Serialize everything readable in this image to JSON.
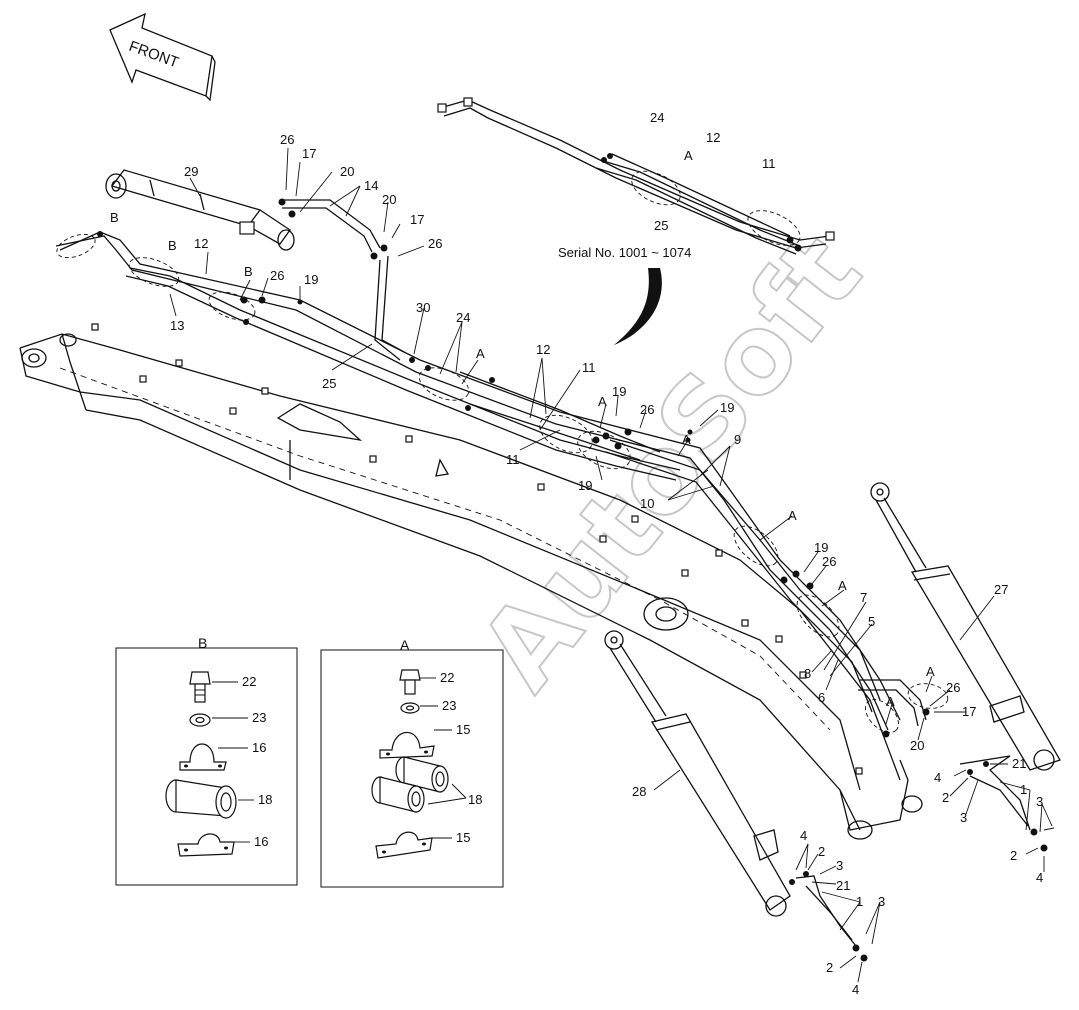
{
  "front_label": "FRONT",
  "serial_note": "Serial No. 1001 ~ 1074",
  "watermark": "AutoSoft",
  "detail_b": {
    "title": "B",
    "callouts": [
      "22",
      "23",
      "16",
      "18",
      "16"
    ]
  },
  "detail_a": {
    "title": "A",
    "callouts": [
      "22",
      "23",
      "15",
      "18",
      "15"
    ]
  },
  "callouts": [
    "26",
    "17",
    "20",
    "14",
    "20",
    "17",
    "26",
    "29",
    "B",
    "B",
    "12",
    "B",
    "26",
    "19",
    "13",
    "25",
    "30",
    "24",
    "A",
    "24",
    "12",
    "A",
    "11",
    "25",
    "12",
    "11",
    "A",
    "19",
    "26",
    "19",
    "11",
    "19",
    "A",
    "A",
    "9",
    "10",
    "A",
    "19",
    "26",
    "A",
    "7",
    "5",
    "8",
    "6",
    "A",
    "26",
    "17",
    "A",
    "20",
    "27",
    "28",
    "4",
    "21",
    "2",
    "3",
    "1",
    "3",
    "2",
    "4",
    "4",
    "2",
    "3",
    "21",
    "1",
    "3",
    "2",
    "4"
  ]
}
